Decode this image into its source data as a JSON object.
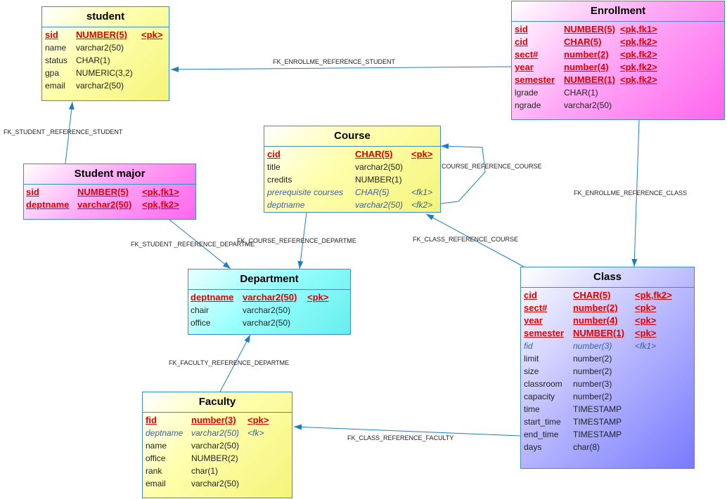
{
  "entities": [
    {
      "id": "student",
      "title": "student",
      "color": "yellow",
      "rows": [
        {
          "name": "sid",
          "type": "NUMBER(5)",
          "key": "<pk>",
          "style": "pk"
        },
        {
          "name": "name",
          "type": "varchar2(50)",
          "key": "",
          "style": ""
        },
        {
          "name": "status",
          "type": "CHAR(1)",
          "key": "",
          "style": ""
        },
        {
          "name": "gpa",
          "type": "NUMERIC(3,2)",
          "key": "",
          "style": ""
        },
        {
          "name": "email",
          "type": "varchar2(50)",
          "key": "",
          "style": ""
        }
      ]
    },
    {
      "id": "enrollment",
      "title": "Enrollment",
      "color": "pink",
      "rows": [
        {
          "name": "sid",
          "type": "NUMBER(5)",
          "key": "<pk,fk1>",
          "style": "pk"
        },
        {
          "name": "cid",
          "type": "CHAR(5)",
          "key": "<pk,fk2>",
          "style": "pk"
        },
        {
          "name": "sect#",
          "type": "number(2)",
          "key": "<pk,fk2>",
          "style": "pk"
        },
        {
          "name": "year",
          "type": "number(4)",
          "key": "<pk,fk2>",
          "style": "pk"
        },
        {
          "name": "semester",
          "type": "NUMBER(1)",
          "key": "<pk,fk2>",
          "style": "pk"
        },
        {
          "name": "lgrade",
          "type": "CHAR(1)",
          "key": "",
          "style": ""
        },
        {
          "name": "ngrade",
          "type": "varchar2(50)",
          "key": "",
          "style": ""
        }
      ]
    },
    {
      "id": "course",
      "title": "Course",
      "color": "yellow",
      "rows": [
        {
          "name": "cid",
          "type": "CHAR(5)",
          "key": "<pk>",
          "style": "pk"
        },
        {
          "name": "title",
          "type": "varchar2(50)",
          "key": "",
          "style": ""
        },
        {
          "name": "credits",
          "type": "NUMBER(1)",
          "key": "",
          "style": ""
        },
        {
          "name": "prerequisite courses",
          "type": "CHAR(5)",
          "key": "<fk1>",
          "style": "fk"
        },
        {
          "name": "deptname",
          "type": "varchar2(50)",
          "key": "<fk2>",
          "style": "fk"
        }
      ]
    },
    {
      "id": "student-major",
      "title": "Student major",
      "color": "pink",
      "rows": [
        {
          "name": "sid",
          "type": "NUMBER(5)",
          "key": "<pk,fk1>",
          "style": "pk"
        },
        {
          "name": "deptname",
          "type": "varchar2(50)",
          "key": "<pk,fk2>",
          "style": "pk"
        }
      ]
    },
    {
      "id": "department",
      "title": "Department",
      "color": "cyan",
      "rows": [
        {
          "name": "deptname",
          "type": "varchar2(50)",
          "key": "<pk>",
          "style": "pk"
        },
        {
          "name": "chair",
          "type": "varchar2(50)",
          "key": "",
          "style": ""
        },
        {
          "name": "office",
          "type": "varchar2(50)",
          "key": "",
          "style": ""
        }
      ]
    },
    {
      "id": "class",
      "title": "Class",
      "color": "blue",
      "rows": [
        {
          "name": "cid",
          "type": "CHAR(5)",
          "key": "<pk,fk2>",
          "style": "pk"
        },
        {
          "name": "sect#",
          "type": "number(2)",
          "key": "<pk>",
          "style": "pk"
        },
        {
          "name": "year",
          "type": "number(4)",
          "key": "<pk>",
          "style": "pk"
        },
        {
          "name": "semester",
          "type": "NUMBER(1)",
          "key": "<pk>",
          "style": "pk"
        },
        {
          "name": "fid",
          "type": "number(3)",
          "key": "<fk1>",
          "style": "fk"
        },
        {
          "name": "limit",
          "type": "number(2)",
          "key": "",
          "style": ""
        },
        {
          "name": "size",
          "type": "number(2)",
          "key": "",
          "style": ""
        },
        {
          "name": "classroom",
          "type": "number(3)",
          "key": "",
          "style": ""
        },
        {
          "name": "capacity",
          "type": "number(2)",
          "key": "",
          "style": ""
        },
        {
          "name": "time",
          "type": "TIMESTAMP",
          "key": "",
          "style": ""
        },
        {
          "name": "start_time",
          "type": "TIMESTAMP",
          "key": "",
          "style": ""
        },
        {
          "name": "end_time",
          "type": "TIMESTAMP",
          "key": "",
          "style": ""
        },
        {
          "name": "days",
          "type": "char(8)",
          "key": "",
          "style": ""
        }
      ]
    },
    {
      "id": "faculty",
      "title": "Faculty",
      "color": "yellow",
      "rows": [
        {
          "name": "fid",
          "type": "number(3)",
          "key": "<pk>",
          "style": "pk"
        },
        {
          "name": "deptname",
          "type": "varchar2(50)",
          "key": "<fk>",
          "style": "fk"
        },
        {
          "name": "name",
          "type": "varchar2(50)",
          "key": "",
          "style": ""
        },
        {
          "name": "office",
          "type": "NUMBER(2)",
          "key": "",
          "style": ""
        },
        {
          "name": "rank",
          "type": "char(1)",
          "key": "",
          "style": ""
        },
        {
          "name": "email",
          "type": "varchar2(50)",
          "key": "",
          "style": ""
        }
      ]
    }
  ],
  "relationships": [
    {
      "id": "enroll-student",
      "label": "FK_ENROLLME_REFERENCE_STUDENT",
      "from": "Enrollment",
      "to": "student"
    },
    {
      "id": "major-student",
      "label": "FK_STUDENT _REFERENCE_STUDENT",
      "from": "Student major",
      "to": "student"
    },
    {
      "id": "course-course",
      "label": "COURSE_REFERENCE_COURSE",
      "from": "Course",
      "to": "Course"
    },
    {
      "id": "enroll-class",
      "label": "FK_ENROLLME_REFERENCE_CLASS",
      "from": "Enrollment",
      "to": "Class"
    },
    {
      "id": "class-course",
      "label": "FK_CLASS_REFERENCE_COURSE",
      "from": "Class",
      "to": "Course"
    },
    {
      "id": "major-dept",
      "label": "FK_STUDENT _REFERENCE_DEPARTME",
      "from": "Student major",
      "to": "Department"
    },
    {
      "id": "course-dept",
      "label": "FK_COURSE_REFERENCE_DEPARTME",
      "from": "Course",
      "to": "Department"
    },
    {
      "id": "faculty-dept",
      "label": "FK_FACULTY_REFERENCE_DEPARTME",
      "from": "Faculty",
      "to": "Department"
    },
    {
      "id": "class-faculty",
      "label": "FK_CLASS_REFERENCE_FACULTY",
      "from": "Class",
      "to": "Faculty"
    }
  ],
  "colors": {
    "line": "#1a7fbf",
    "pk": "#e00000",
    "fk": "#3a5f9a"
  }
}
